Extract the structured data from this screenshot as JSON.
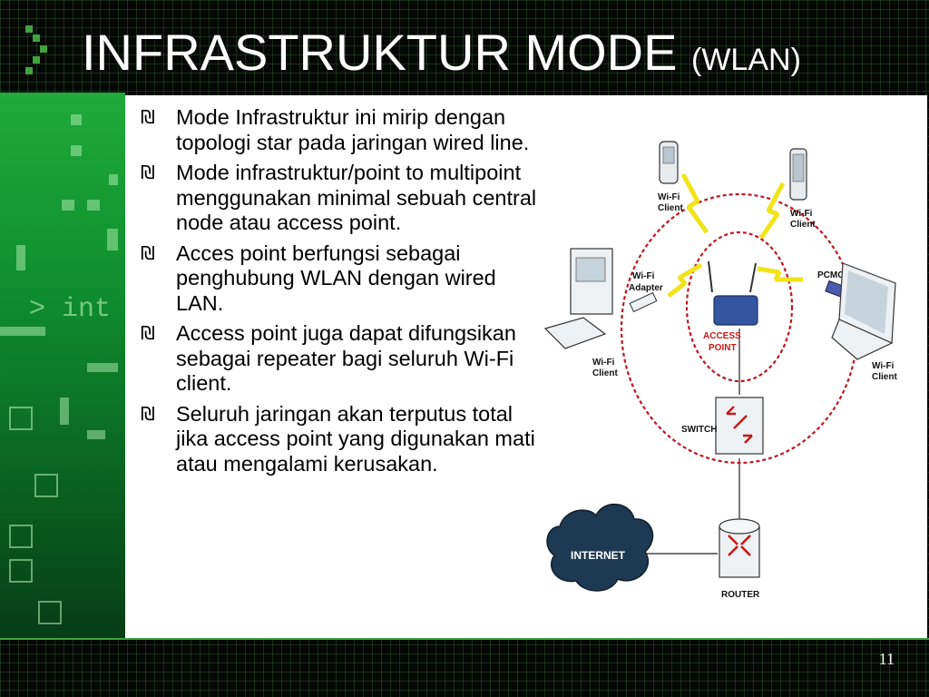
{
  "slide": {
    "title": "INFRASTRUKTUR MODE",
    "subtitle": "(WLAN)",
    "left_code_text": "> int",
    "bullet_marker": "₪",
    "bullets": [
      "Mode Infrastruktur ini mirip dengan topologi star pada jaringan wired line.",
      "Mode infrastruktur/point to multipoint menggunakan minimal sebuah central node atau access point.",
      "Acces point berfungsi sebagai penghubung WLAN dengan wired LAN.",
      "Access point juga dapat difungsikan sebagai repeater bagi seluruh Wi-Fi client.",
      "Seluruh jaringan akan terputus total jika access point yang digunakan mati atau mengalami kerusakan."
    ],
    "page_number": "11"
  },
  "diagram": {
    "labels": {
      "wifi": "Wi-Fi",
      "client": "Client",
      "adapter": "Adapter",
      "pcmcia": "PCMCIA",
      "access": "ACCESS",
      "point": "POINT",
      "switch": "SWITCH",
      "internet": "INTERNET",
      "router": "ROUTER"
    },
    "colors": {
      "ring": "#c0161f",
      "lightning": "#f2e318",
      "access_point_label": "#d01818",
      "cloud": "#1e3a52",
      "router_arrows": "#c21818"
    }
  }
}
